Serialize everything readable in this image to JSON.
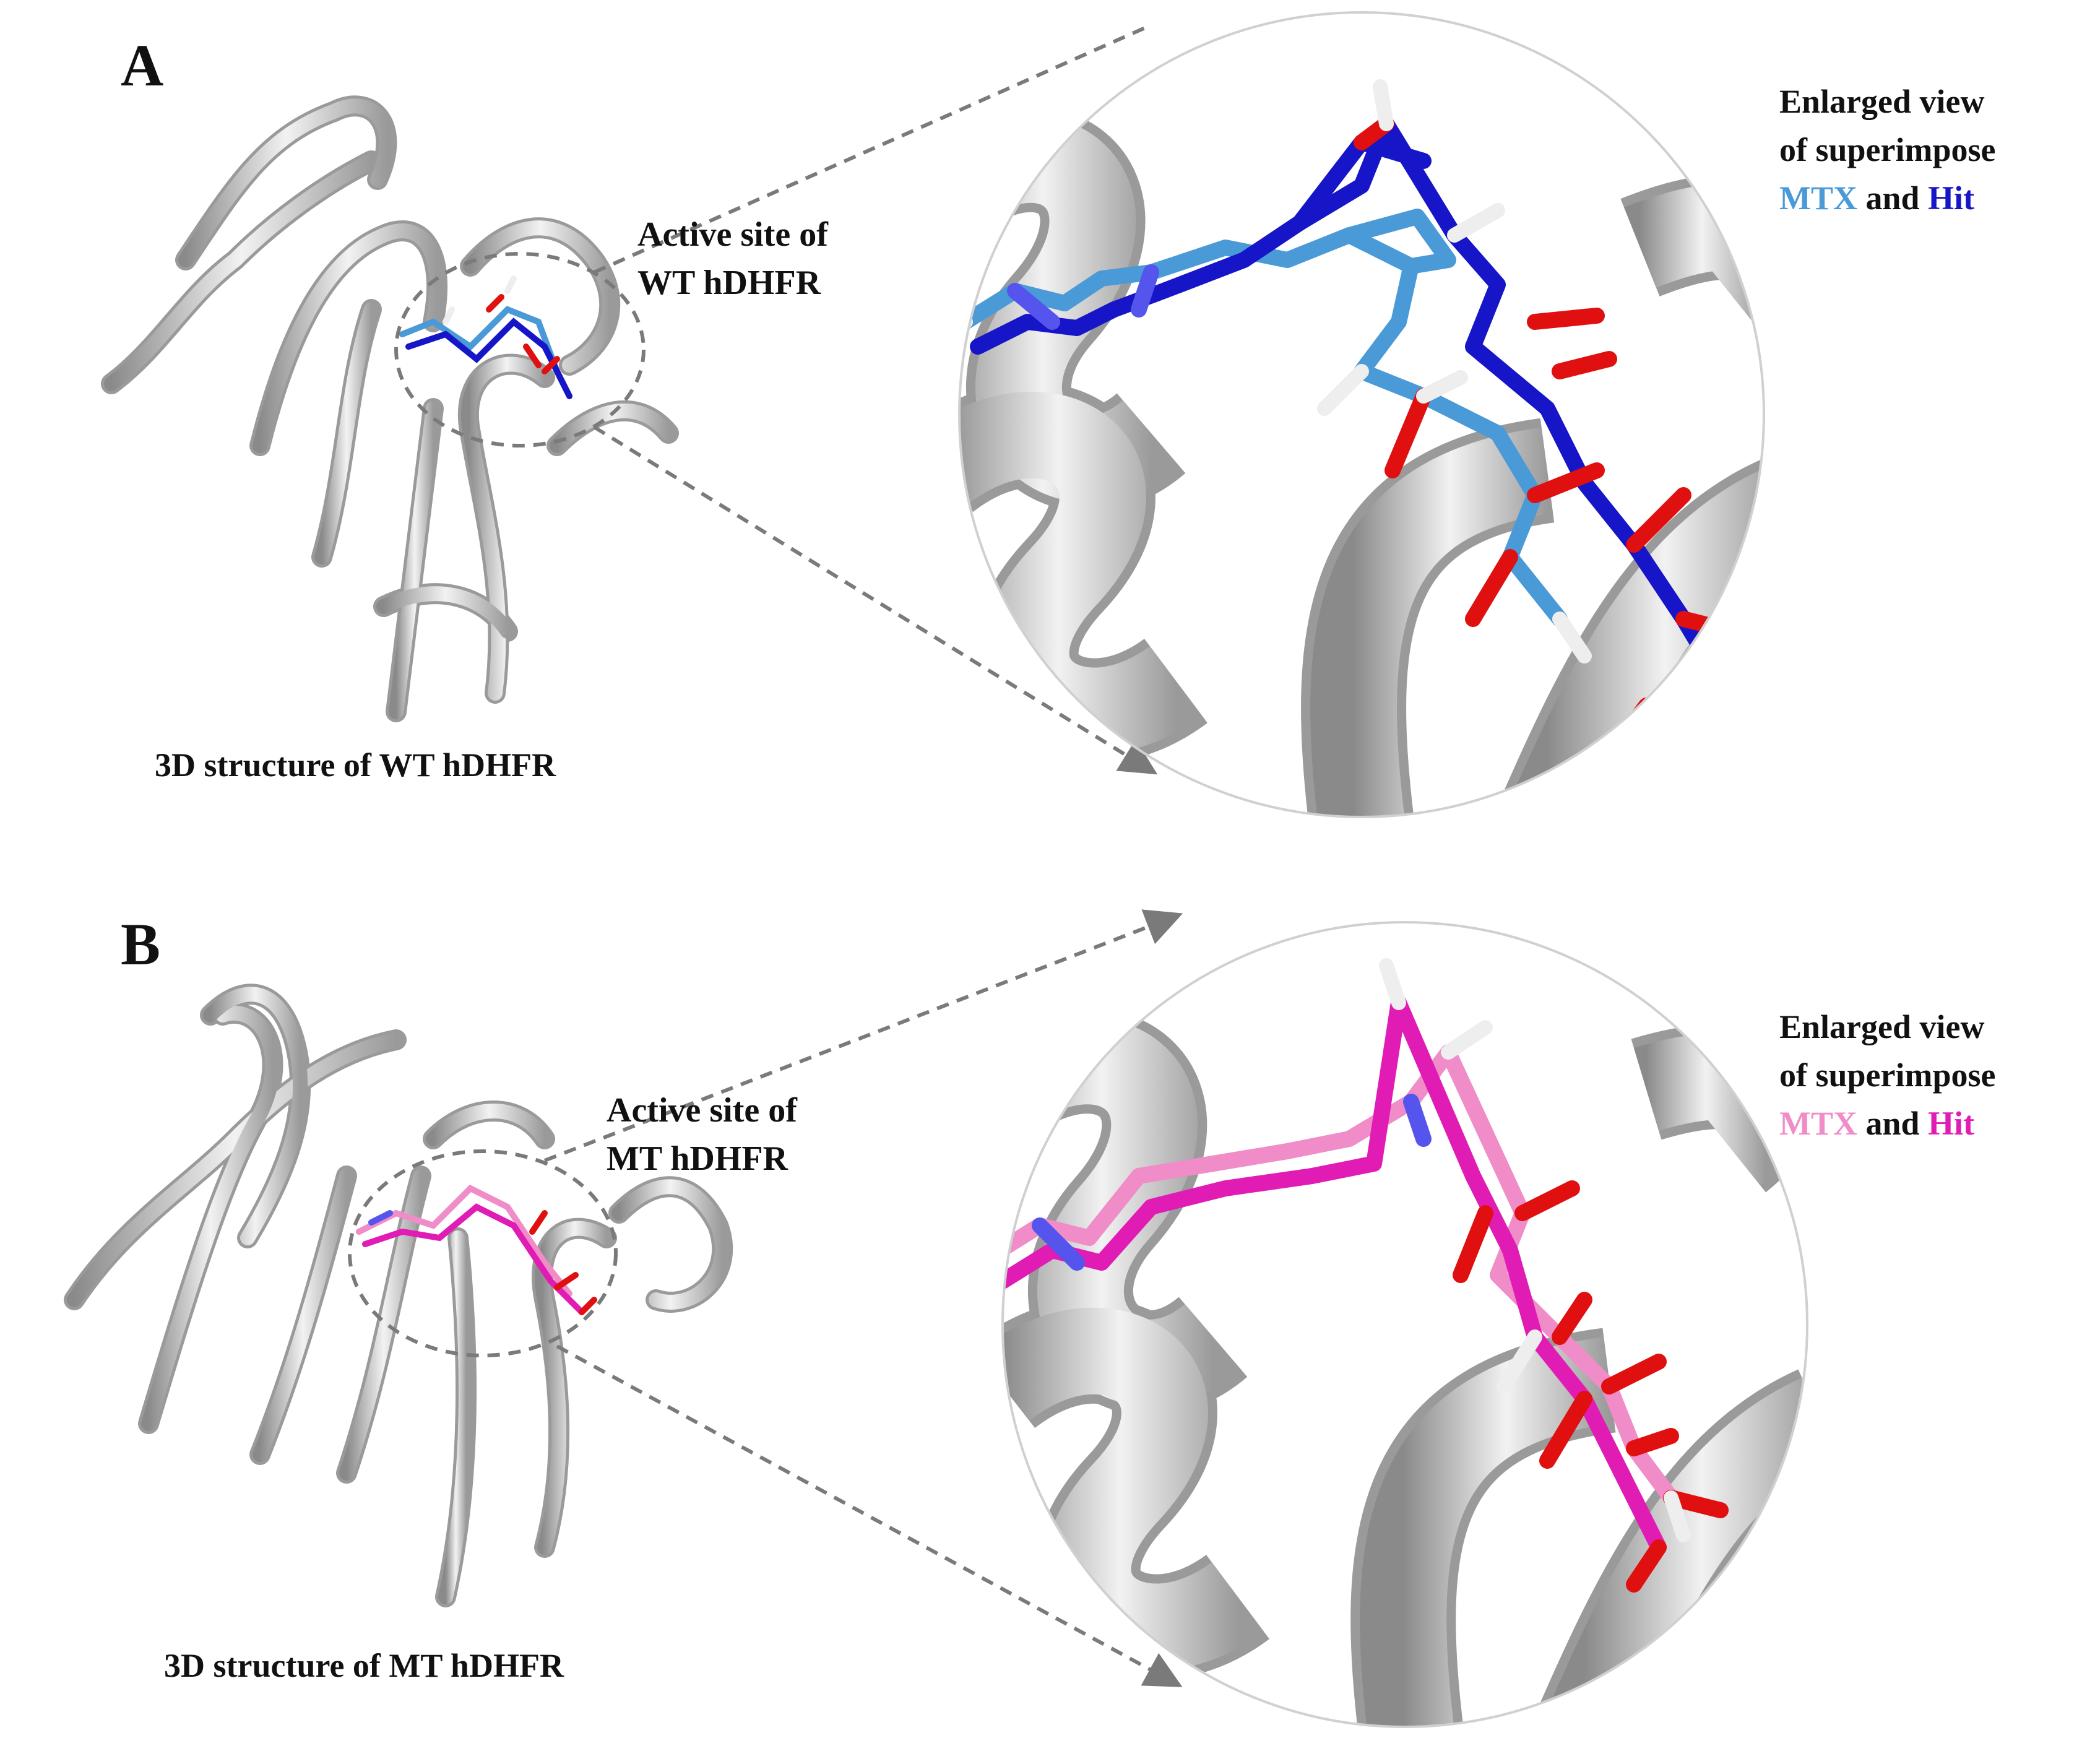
{
  "panel_a": {
    "letter": "A",
    "active_site": [
      "Active site of",
      "WT hDHFR"
    ],
    "structure_caption": "3D structure of WT hDHFR",
    "enlarged_view": {
      "line1": "Enlarged view",
      "line2": "of superimpose",
      "mtx": "MTX",
      "and": "and",
      "hit": "Hit"
    }
  },
  "panel_b": {
    "letter": "B",
    "active_site": [
      "Active site of",
      "MT hDHFR"
    ],
    "structure_caption": "3D structure of MT hDHFR",
    "enlarged_view": {
      "line1": "Enlarged view",
      "line2": "of superimpose",
      "mtx": "MTX",
      "and": "and",
      "hit": "Hit"
    }
  },
  "colors": {
    "ribbon": "#c8c8c8",
    "mtx_wt": "#4a9ad8",
    "hit_wt": "#1616c8",
    "mtx_mt": "#f08cc8",
    "hit_mt": "#e01cb4",
    "oxygen": "#e01010",
    "hydrogen": "#eeeeee",
    "nitrogen": "#5555ee",
    "callout": "#7a7a7a"
  }
}
